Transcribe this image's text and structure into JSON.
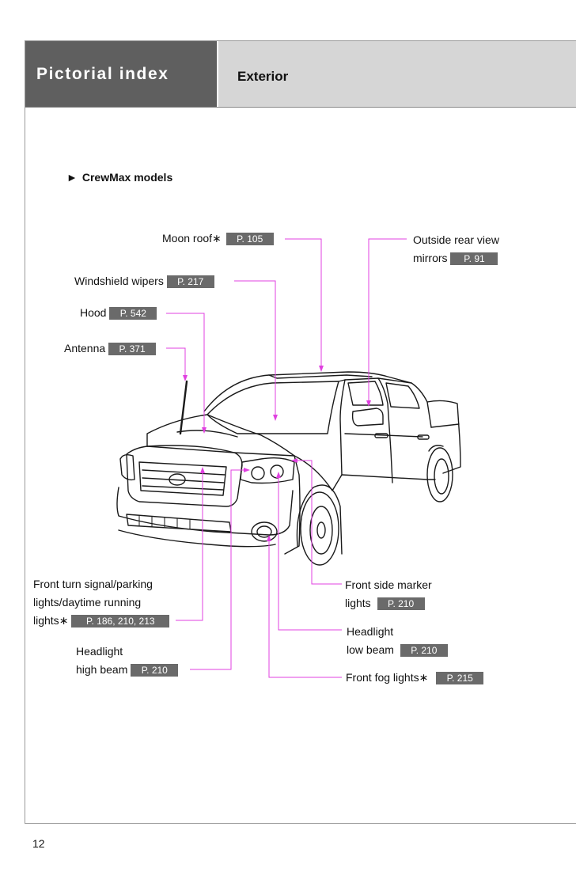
{
  "header": {
    "section_title": "Pictorial index",
    "page_title": "Exterior"
  },
  "subsection": {
    "marker": "►",
    "title": "CrewMax models"
  },
  "callouts": {
    "moon_roof": {
      "label": "Moon roof",
      "star": "∗",
      "ref": "P. 105"
    },
    "windshield_wipers": {
      "label": "Windshield wipers",
      "ref": "P. 217"
    },
    "hood": {
      "label": "Hood",
      "ref": "P. 542"
    },
    "antenna": {
      "label": "Antenna",
      "ref": "P. 371"
    },
    "mirrors": {
      "line1": "Outside rear view",
      "line2": "mirrors",
      "ref": "P. 91"
    },
    "turn_signal": {
      "line1": "Front turn signal/parking",
      "line2": "lights/daytime running",
      "line3": "lights",
      "star": "∗",
      "ref": "P. 186, 210, 213"
    },
    "high_beam": {
      "line1": "Headlight",
      "line2": "high beam",
      "ref": "P. 210"
    },
    "side_marker": {
      "line1": "Front side marker",
      "line2": "lights",
      "ref": "P. 210"
    },
    "low_beam": {
      "line1": "Headlight",
      "line2": "low beam",
      "ref": "P. 210"
    },
    "fog_lights": {
      "label": "Front fog lights",
      "star": "∗",
      "ref": "P. 215"
    }
  },
  "colors": {
    "leader_line": "#e040e0",
    "ref_box": "#6a6a6a",
    "header_dark": "#5f5f5f",
    "header_light": "#d6d6d6"
  },
  "page_number": "12"
}
